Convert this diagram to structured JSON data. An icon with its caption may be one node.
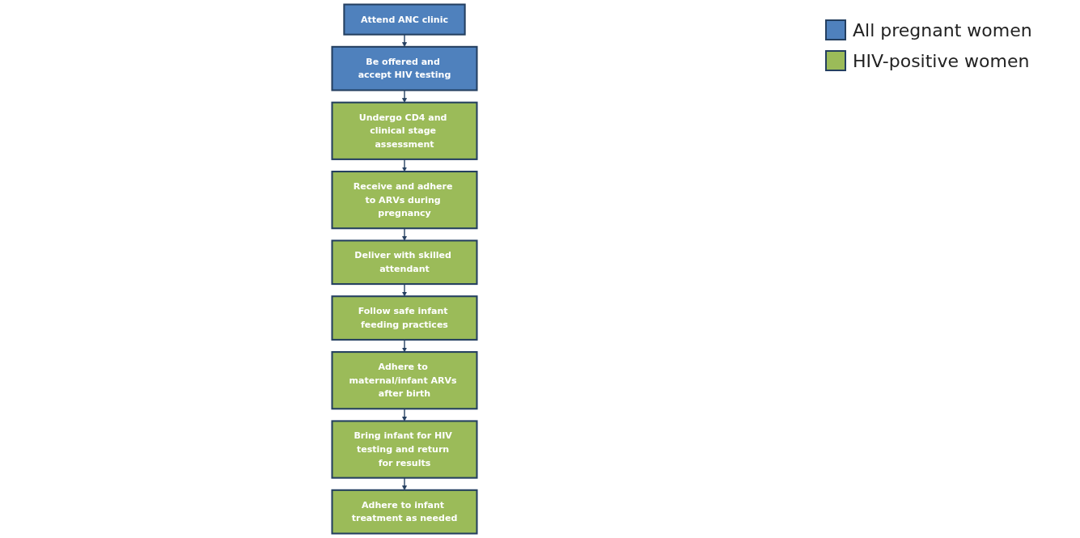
{
  "diagram": {
    "nodes": [
      {
        "text": [
          "Attend ANC clinic"
        ]
      },
      {
        "text": [
          "Be offered and accept HIV testing"
        ]
      },
      {
        "text": [
          "Undergo CD4 and clinical stage assessment"
        ]
      },
      {
        "text": [
          "Receive and adhere to ARVs during pregnancy"
        ]
      },
      {
        "text": [
          "Deliver with skilled attendant"
        ]
      },
      {
        "text": [
          "Follow safe infant feeding practices"
        ]
      },
      {
        "text": [
          "Adhere to maternal/infant ARVs after birth"
        ]
      },
      {
        "text": [
          "Bring infant for HIV testing and return for results"
        ]
      },
      {
        "text": [
          "Adhere to infant treatment as needed"
        ]
      }
    ],
    "edges": [
      {
        "from": 0,
        "to": 1,
        "arrow": "to"
      },
      {
        "from": 1,
        "to": 2,
        "arrow": "to"
      },
      {
        "from": 2,
        "to": 3,
        "arrow": "to"
      },
      {
        "from": 3,
        "to": 4,
        "arrow": "to"
      },
      {
        "from": 4,
        "to": 5,
        "arrow": "to"
      },
      {
        "from": 5,
        "to": 6,
        "arrow": "to"
      },
      {
        "from": 6,
        "to": 7,
        "arrow": "to"
      },
      {
        "from": 7,
        "to": 8,
        "arrow": "to"
      }
    ],
    "legend": [
      {
        "text": "All pregnant women",
        "color": "#4f81bd"
      },
      {
        "text": "HIV-positive women",
        "color": "#9bbb59"
      }
    ]
  }
}
